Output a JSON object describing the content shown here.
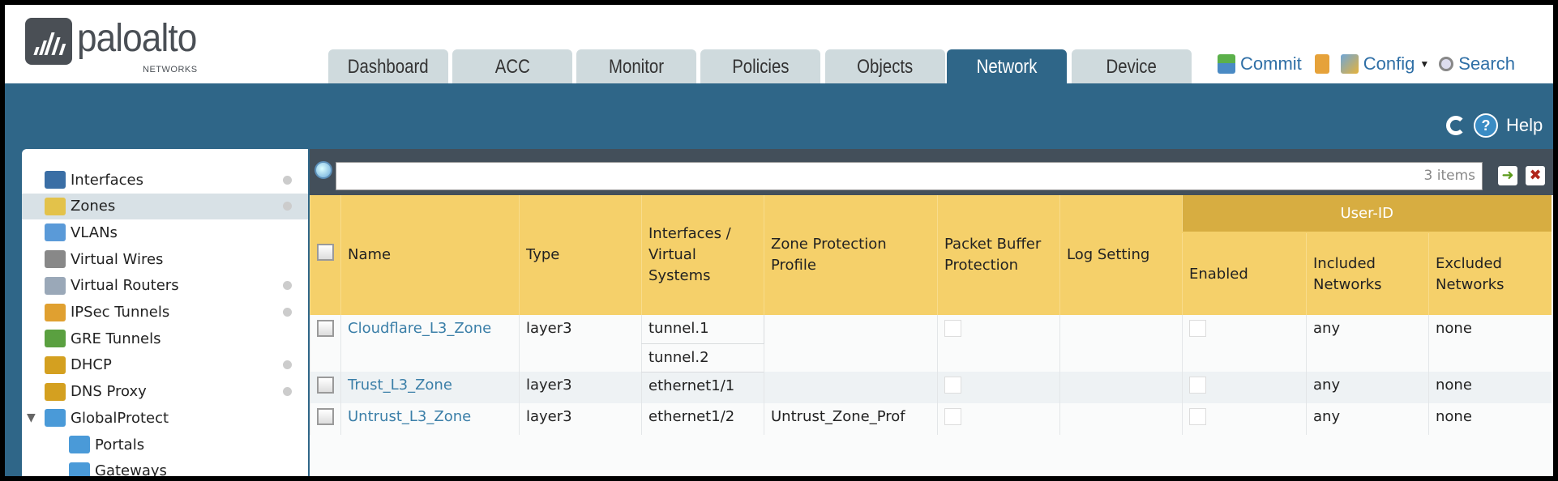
{
  "brand": {
    "name": "paloalto",
    "sub": "NETWORKS"
  },
  "tabs": [
    {
      "label": "Dashboard"
    },
    {
      "label": "ACC"
    },
    {
      "label": "Monitor"
    },
    {
      "label": "Policies"
    },
    {
      "label": "Objects"
    },
    {
      "label": "Network",
      "active": true
    },
    {
      "label": "Device"
    }
  ],
  "toplinks": {
    "commit": "Commit",
    "config": "Config",
    "search": "Search"
  },
  "bluebar": {
    "help": "Help"
  },
  "sidebar": {
    "items": [
      {
        "label": "Interfaces",
        "icon": "interfaces-icon",
        "dot": true
      },
      {
        "label": "Zones",
        "icon": "zones-icon",
        "dot": true,
        "selected": true
      },
      {
        "label": "VLANs",
        "icon": "vlans-icon",
        "dot": false
      },
      {
        "label": "Virtual Wires",
        "icon": "virtual-wires-icon",
        "dot": false
      },
      {
        "label": "Virtual Routers",
        "icon": "virtual-routers-icon",
        "dot": true
      },
      {
        "label": "IPSec Tunnels",
        "icon": "ipsec-tunnels-icon",
        "dot": true
      },
      {
        "label": "GRE Tunnels",
        "icon": "gre-tunnels-icon",
        "dot": false
      },
      {
        "label": "DHCP",
        "icon": "dhcp-icon",
        "dot": true
      },
      {
        "label": "DNS Proxy",
        "icon": "dns-proxy-icon",
        "dot": true
      },
      {
        "label": "GlobalProtect",
        "icon": "globalprotect-icon",
        "dot": false,
        "expanded": true
      },
      {
        "label": "Portals",
        "icon": "portals-icon",
        "dot": false,
        "child": true
      },
      {
        "label": "Gateways",
        "icon": "gateways-icon",
        "dot": false,
        "child": true
      }
    ]
  },
  "search": {
    "value": "",
    "count": "3 items"
  },
  "table": {
    "group_header": "User-ID",
    "columns": [
      "Name",
      "Type",
      "Interfaces / Virtual Systems",
      "Zone Protection Profile",
      "Packet Buffer Protection",
      "Log Setting",
      "Enabled",
      "Included Networks",
      "Excluded Networks"
    ],
    "rows": [
      {
        "name": "Cloudflare_L3_Zone",
        "type": "layer3",
        "interfaces": [
          "tunnel.1",
          "tunnel.2"
        ],
        "zone_profile": "",
        "packet_buffer": false,
        "log_setting": "",
        "enabled": false,
        "included": "any",
        "excluded": "none"
      },
      {
        "name": "Trust_L3_Zone",
        "type": "layer3",
        "interfaces": [
          "ethernet1/1"
        ],
        "zone_profile": "",
        "packet_buffer": false,
        "log_setting": "",
        "enabled": false,
        "included": "any",
        "excluded": "none"
      },
      {
        "name": "Untrust_L3_Zone",
        "type": "layer3",
        "interfaces": [
          "ethernet1/2"
        ],
        "zone_profile": "Untrust_Zone_Prof",
        "packet_buffer": false,
        "log_setting": "",
        "enabled": false,
        "included": "any",
        "excluded": "none"
      }
    ]
  },
  "colors": {
    "header_blue": "#2f6688",
    "table_header": "#f5d06a",
    "user_id_header": "#d7ad41",
    "link": "#3b7fa8",
    "toolbar": "#434f5a"
  }
}
